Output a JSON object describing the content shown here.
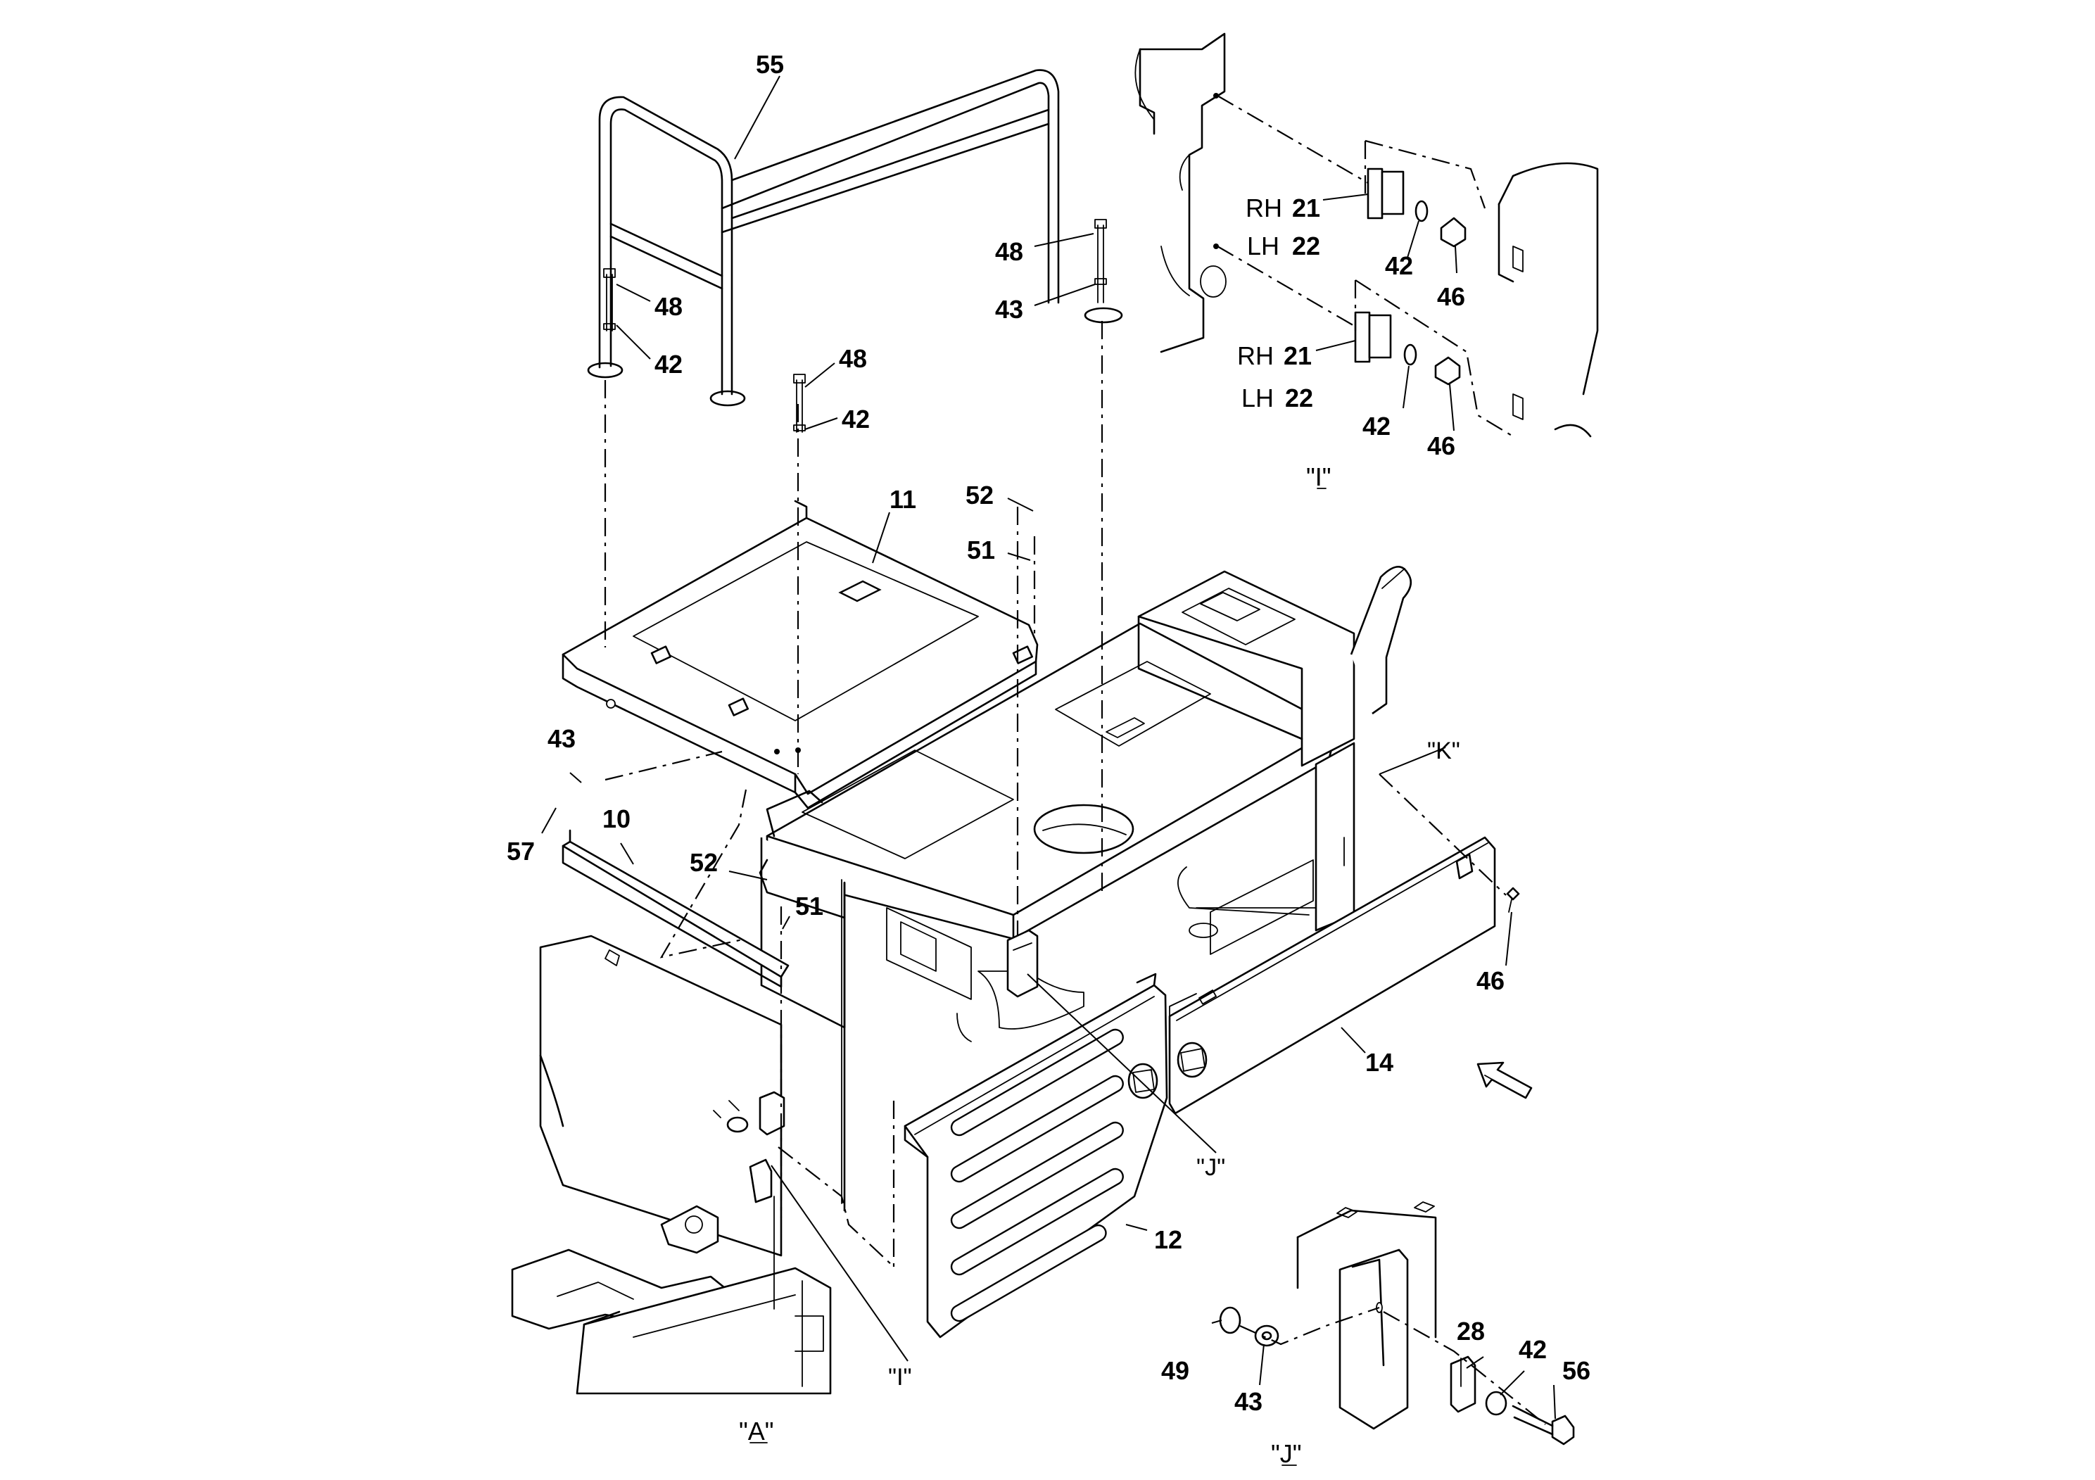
{
  "diagram": {
    "callouts": {
      "c55": "55",
      "c48a": "48",
      "c42a": "42",
      "c48b": "48",
      "c42b": "42",
      "c48c": "48",
      "c43a": "43",
      "c11": "11",
      "c52a": "52",
      "c51a": "51",
      "c43b": "43",
      "c57": "57",
      "c10": "10",
      "c52b": "52",
      "c51b": "51",
      "c46a": "46",
      "c14": "14",
      "c12": "12",
      "vK": "\"K\"",
      "vJ": "\"J\"",
      "vI": "\"I\"",
      "i_rh1": "RH",
      "i_21a": "21",
      "i_lh1": "LH",
      "i_22a": "22",
      "i_42a": "42",
      "i_46a": "46",
      "i_rh2": "RH",
      "i_21b": "21",
      "i_lh2": "LH",
      "i_22b": "22",
      "i_42b": "42",
      "i_46b": "46",
      "j_28": "28",
      "j_42": "42",
      "j_56": "56",
      "j_49": "49",
      "j_43": "43"
    },
    "view_titles": {
      "detail_I": "\"I\"",
      "detail_A": "\"A\"",
      "detail_J": "\"J\""
    }
  }
}
